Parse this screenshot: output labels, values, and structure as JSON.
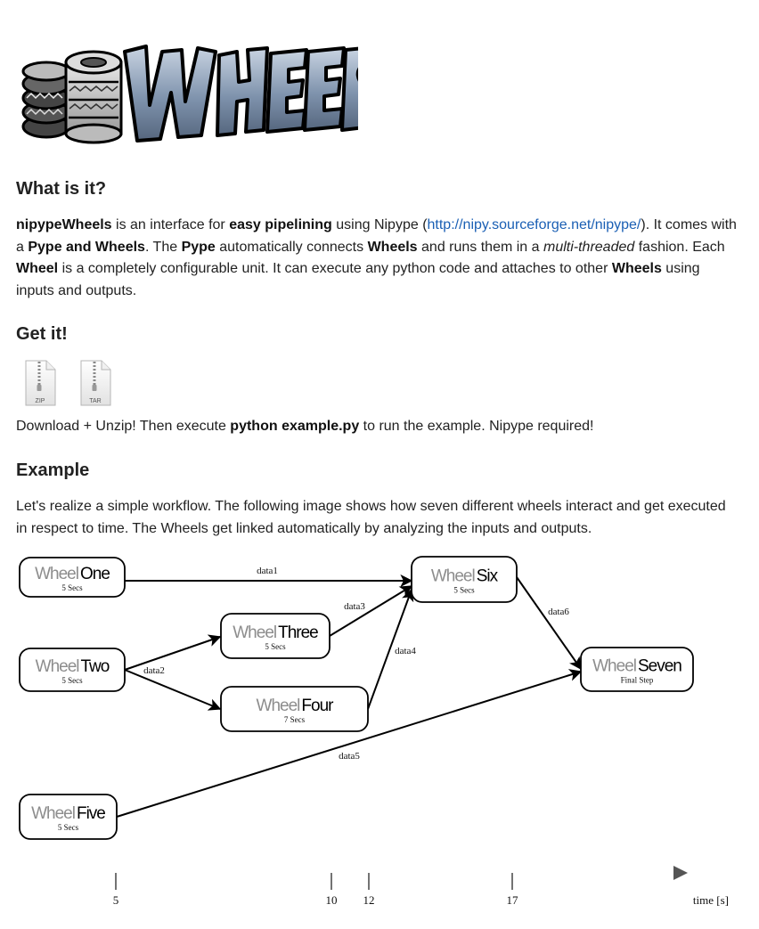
{
  "logo": {
    "text": "WHEELS"
  },
  "section1": {
    "title": "What is it?",
    "p": [
      {
        "t": "nipypeWheels",
        "s": "b"
      },
      {
        "t": " is an interface for "
      },
      {
        "t": "easy pipelining",
        "s": "b"
      },
      {
        "t": " using Nipype ("
      },
      {
        "t": "http://nipy.sourceforge.net/nipype/",
        "s": "a"
      },
      {
        "t": "). It comes with a "
      },
      {
        "t": "Pype and Wheels",
        "s": "b"
      },
      {
        "t": ". The "
      },
      {
        "t": "Pype",
        "s": "b"
      },
      {
        "t": " automatically connects "
      },
      {
        "t": "Wheels",
        "s": "b"
      },
      {
        "t": " and runs them in a "
      },
      {
        "t": "multi-threaded",
        "s": "i"
      },
      {
        "t": " fashion. Each "
      },
      {
        "t": "Wheel",
        "s": "b"
      },
      {
        "t": " is a completely configurable unit. It can execute any python code and attaches to other "
      },
      {
        "t": "Wheels",
        "s": "b"
      },
      {
        "t": " using inputs and outputs."
      }
    ]
  },
  "section2": {
    "title": "Get it!",
    "downloads": [
      {
        "label": "ZIP",
        "icon": "zip-file-icon"
      },
      {
        "label": "TAR",
        "icon": "tar-file-icon"
      }
    ],
    "p": [
      {
        "t": "Download + Unzip! Then execute "
      },
      {
        "t": "python example.py",
        "s": "b"
      },
      {
        "t": " to run the example. Nipype required!"
      }
    ]
  },
  "section3": {
    "title": "Example",
    "p": [
      {
        "t": "Let's realize a simple workflow. The following image shows how seven different wheels interact and get executed in respect to time. The Wheels get linked automatically by analyzing the inputs and outputs."
      }
    ]
  },
  "diagram": {
    "nodes": [
      {
        "id": "one",
        "prefix": "Wheel",
        "name": "One",
        "sub": "5 Secs"
      },
      {
        "id": "two",
        "prefix": "Wheel",
        "name": "Two",
        "sub": "5 Secs"
      },
      {
        "id": "three",
        "prefix": "Wheel",
        "name": "Three",
        "sub": "5 Secs"
      },
      {
        "id": "four",
        "prefix": "Wheel",
        "name": "Four",
        "sub": "7 Secs"
      },
      {
        "id": "five",
        "prefix": "Wheel",
        "name": "Five",
        "sub": "5 Secs"
      },
      {
        "id": "six",
        "prefix": "Wheel",
        "name": "Six",
        "sub": "5 Secs"
      },
      {
        "id": "seven",
        "prefix": "Wheel",
        "name": "Seven",
        "sub": "Final Step"
      }
    ],
    "edges": [
      {
        "from": "one",
        "to": "six",
        "label": "data1"
      },
      {
        "from": "two",
        "to": "three",
        "label": "data2"
      },
      {
        "from": "two",
        "to": "four",
        "label": ""
      },
      {
        "from": "three",
        "to": "six",
        "label": "data3"
      },
      {
        "from": "four",
        "to": "six",
        "label": "data4"
      },
      {
        "from": "five",
        "to": "seven",
        "label": "data5"
      },
      {
        "from": "six",
        "to": "seven",
        "label": "data6"
      }
    ],
    "timeline": {
      "ticks": [
        "5",
        "10",
        "12",
        "17"
      ],
      "label": "time [s]"
    }
  }
}
